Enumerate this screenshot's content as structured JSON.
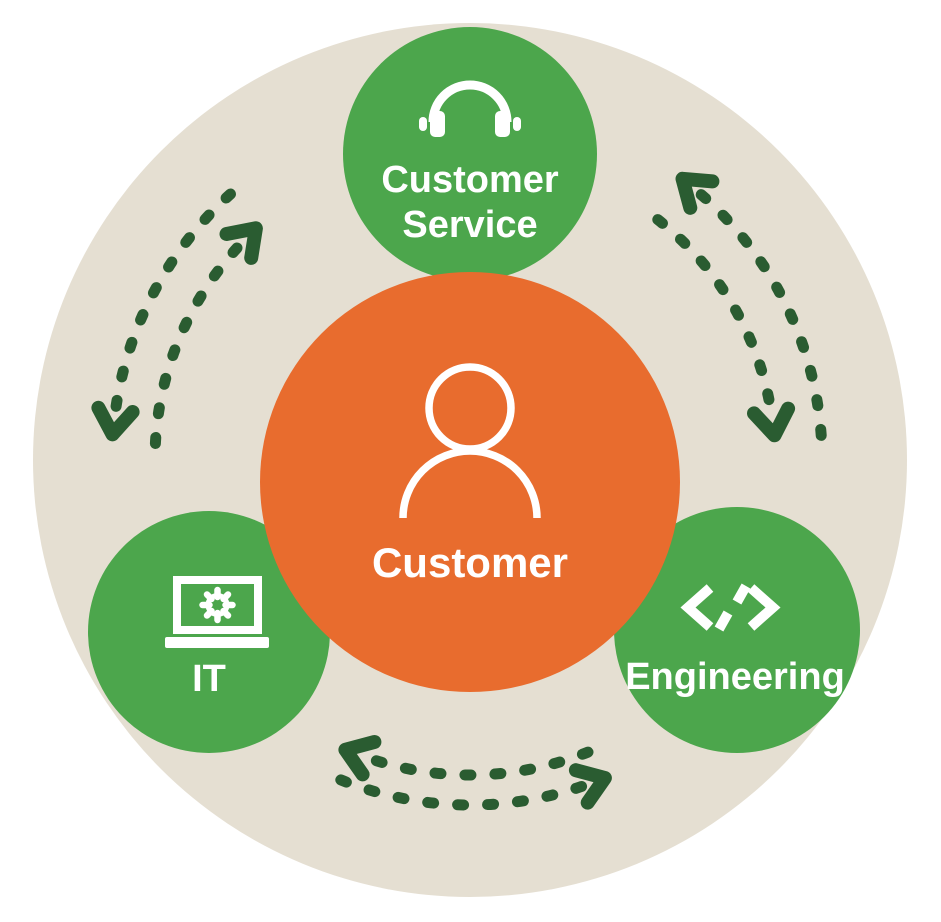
{
  "colors": {
    "background": "#FFFFFF",
    "outer_ring": "#E5DFD2",
    "node_green": "#4CA64C",
    "center_orange": "#E86C2E",
    "arrow_dark_green": "#2A5C31",
    "icon_and_text_white": "#FFFFFF"
  },
  "center_node": {
    "label": "Customer",
    "icon": "person-icon"
  },
  "nodes": [
    {
      "id": "customer-service",
      "label": "Customer Service",
      "line1": "Customer",
      "line2": "Service",
      "icon": "headphones-icon",
      "position": "top"
    },
    {
      "id": "it",
      "label": "IT",
      "line1": "IT",
      "icon": "laptop-gear-icon",
      "position": "bottom-left"
    },
    {
      "id": "engineering",
      "label": "Engineering",
      "line1": "Engineering",
      "icon": "code-icon",
      "position": "bottom-right"
    }
  ],
  "relationships": [
    {
      "between": [
        "Customer Service",
        "IT"
      ],
      "style": "dashed-curved-arrows",
      "bidirectional": true
    },
    {
      "between": [
        "Customer Service",
        "Engineering"
      ],
      "style": "dashed-curved-arrows",
      "bidirectional": true
    },
    {
      "between": [
        "IT",
        "Engineering"
      ],
      "style": "dashed-curved-arrows",
      "bidirectional": true
    }
  ]
}
